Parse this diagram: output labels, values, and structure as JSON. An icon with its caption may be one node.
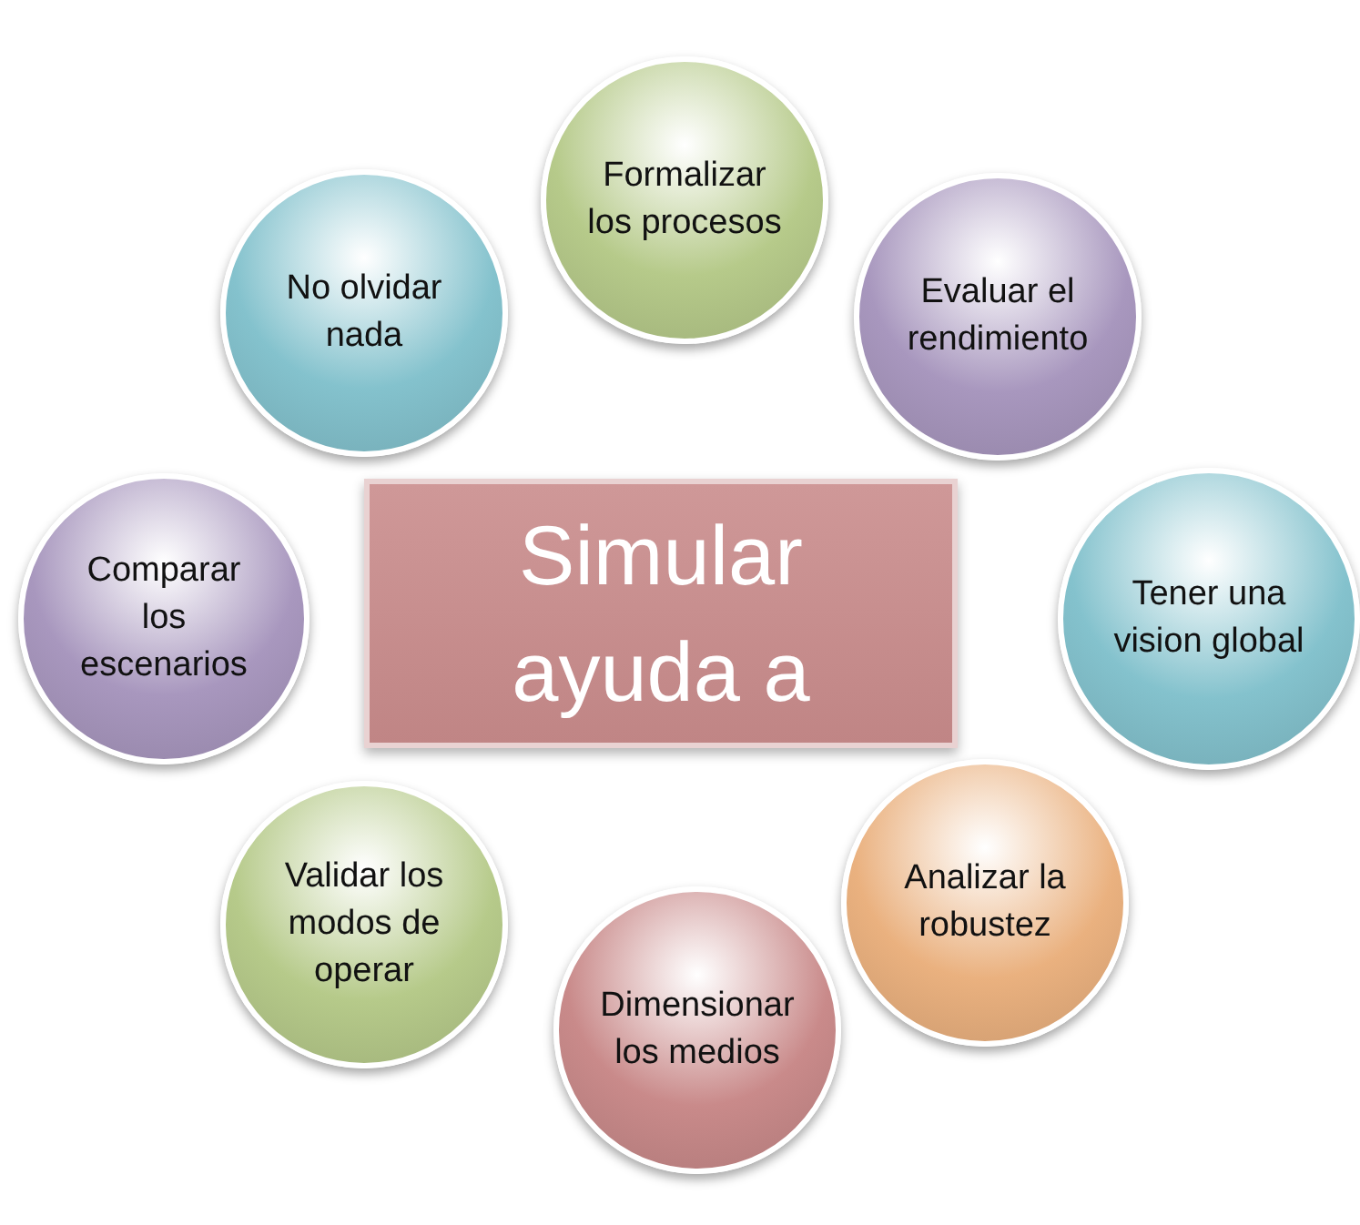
{
  "diagram": {
    "nodes": [
      {
        "text": [
          "Simular ayuda a"
        ]
      },
      {
        "text": [
          "Formalizar los procesos"
        ]
      },
      {
        "text": [
          "Evaluar el rendimiento"
        ]
      },
      {
        "text": [
          "Tener una vision global"
        ]
      },
      {
        "text": [
          "Analizar la robustez"
        ]
      },
      {
        "text": [
          "Dimensionar los medios"
        ]
      },
      {
        "text": [
          "Validar los modos de operar"
        ]
      },
      {
        "text": [
          "Comparar los escenarios"
        ]
      },
      {
        "text": [
          "No olvidar nada"
        ]
      }
    ]
  }
}
